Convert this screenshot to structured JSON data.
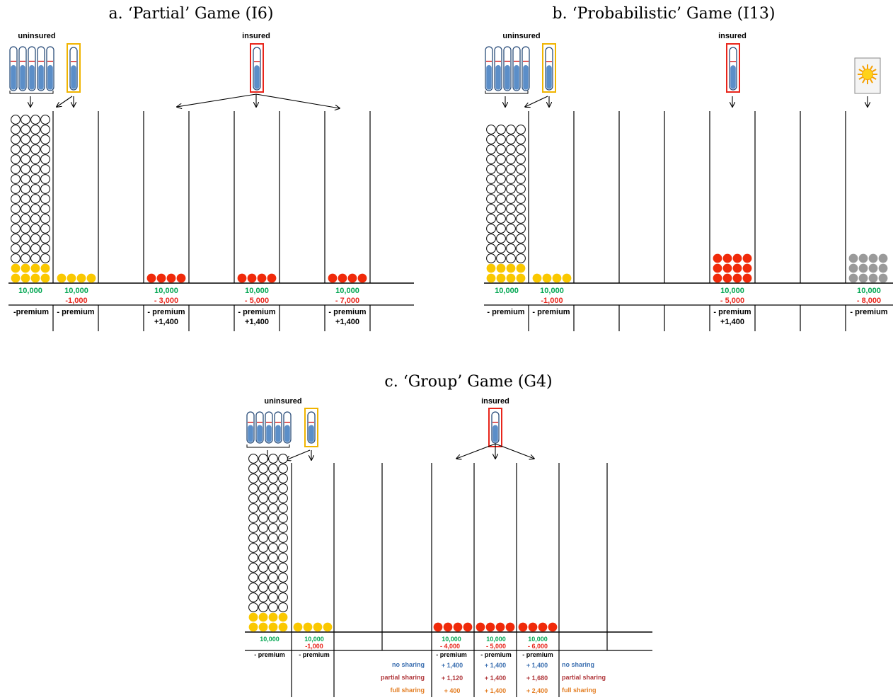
{
  "panels": {
    "a": {
      "title": "a. ‘Partial’ Game (I6)",
      "uninsured_label": "uninsured",
      "insured_label": "insured",
      "cols": [
        {
          "v1": "10,000",
          "v2": "",
          "bottom": [
            "-premium"
          ]
        },
        {
          "v1": "10,000",
          "v2": "-1,000",
          "bottom": [
            "- premium"
          ]
        },
        {
          "v1": "10,000",
          "v2": "- 3,000",
          "bottom": [
            "- premium",
            "+1,400"
          ]
        },
        {
          "v1": "10,000",
          "v2": "- 5,000",
          "bottom": [
            "- premium",
            "+1,400"
          ]
        },
        {
          "v1": "10,000",
          "v2": "- 7,000",
          "bottom": [
            "- premium",
            "+1,400"
          ]
        }
      ]
    },
    "b": {
      "title": "b. ‘Probabilistic’ Game (I13)",
      "uninsured_label": "uninsured",
      "insured_label": "insured",
      "cols": [
        {
          "v1": "10,000",
          "v2": "",
          "bottom": [
            "- premium"
          ]
        },
        {
          "v1": "10,000",
          "v2": "-1,000",
          "bottom": [
            "- premium"
          ]
        },
        {
          "v1": "10,000",
          "v2": "- 5,000",
          "bottom": [
            "- premium",
            "+1,400"
          ]
        },
        {
          "v1": "10,000",
          "v2": "- 8,000",
          "bottom": [
            "- premium"
          ]
        }
      ]
    },
    "c": {
      "title": "c. ‘Group’ Game (G4)",
      "uninsured_label": "uninsured",
      "insured_label": "insured",
      "cols": [
        {
          "v1": "10,000",
          "v2": "",
          "bottom": "- premium"
        },
        {
          "v1": "10,000",
          "v2": "-1,000",
          "bottom": "- premium"
        },
        {
          "v1": "10,000",
          "v2": "-  4,000",
          "bottom": "-   premium"
        },
        {
          "v1": "10,000",
          "v2": "- 5,000",
          "bottom": "- premium"
        },
        {
          "v1": "10,000",
          "v2": "- 6,000",
          "bottom": "- premium"
        }
      ],
      "sharing_labels": [
        "no sharing",
        "partial sharing",
        "full sharing"
      ],
      "sharing_values": [
        [
          "+ 1,400",
          "+ 1,120",
          "+ 400"
        ],
        [
          "+ 1,400",
          "+ 1,400",
          "+ 1,400"
        ],
        [
          "+ 1,400",
          "+ 1,680",
          "+ 2,400"
        ]
      ]
    }
  },
  "colors": {
    "green": "#00a651",
    "red": "#e8251b",
    "yellow": "#fac800",
    "ball_red": "#f02a0a",
    "gray": "#9a9a9a",
    "tube_blue": "#5b8ec8",
    "tube_border": "#2a4d7a",
    "frame_yellow": "#f0b400",
    "frame_red": "#e8251b",
    "blue": "#3b6fb0",
    "brown": "#b0373b",
    "orange": "#e37d22"
  },
  "icons": [
    "test-tube-icon",
    "sun-icon",
    "arrow-icon"
  ]
}
